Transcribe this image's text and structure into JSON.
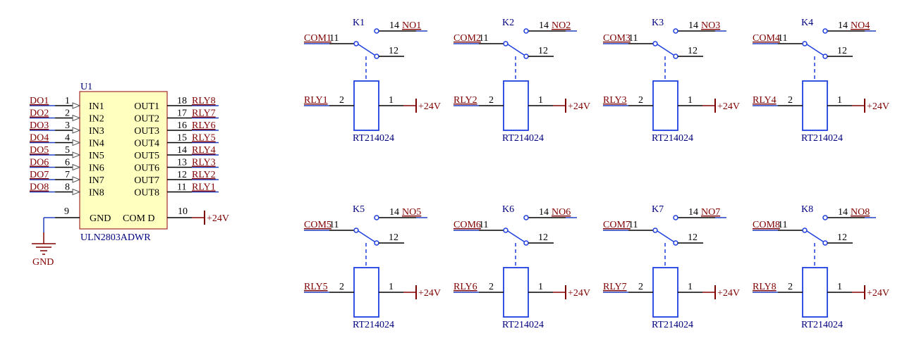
{
  "colors": {
    "wire": "#000000",
    "net_wire": "#1f3fbf",
    "net_label": "#800000",
    "component_body": "#ffffc0",
    "component_border": "#a52a2a",
    "designator": "#000080",
    "relay_symbol": "#1e3fe0",
    "power": "#800000"
  },
  "driver": {
    "designator": "U1",
    "part": "ULN2803ADWR",
    "inputs": [
      {
        "net": "DO1",
        "pin": "1",
        "name": "IN1"
      },
      {
        "net": "DO2",
        "pin": "2",
        "name": "IN2"
      },
      {
        "net": "DO3",
        "pin": "3",
        "name": "IN3"
      },
      {
        "net": "DO4",
        "pin": "4",
        "name": "IN4"
      },
      {
        "net": "DO5",
        "pin": "5",
        "name": "IN5"
      },
      {
        "net": "DO6",
        "pin": "6",
        "name": "IN6"
      },
      {
        "net": "DO7",
        "pin": "7",
        "name": "IN7"
      },
      {
        "net": "DO8",
        "pin": "8",
        "name": "IN8"
      }
    ],
    "outputs": [
      {
        "net": "RLY8",
        "pin": "18",
        "name": "OUT1"
      },
      {
        "net": "RLY7",
        "pin": "17",
        "name": "OUT2"
      },
      {
        "net": "RLY6",
        "pin": "16",
        "name": "OUT3"
      },
      {
        "net": "RLY5",
        "pin": "15",
        "name": "OUT4"
      },
      {
        "net": "RLY4",
        "pin": "14",
        "name": "OUT5"
      },
      {
        "net": "RLY3",
        "pin": "13",
        "name": "OUT6"
      },
      {
        "net": "RLY2",
        "pin": "12",
        "name": "OUT7"
      },
      {
        "net": "RLY1",
        "pin": "11",
        "name": "OUT8"
      }
    ],
    "gnd_pin": {
      "pin": "9",
      "name": "GND",
      "net": "GND"
    },
    "com_pin": {
      "pin": "10",
      "name": "COM D",
      "net": "+24V"
    }
  },
  "relays": [
    {
      "designator": "K1",
      "com_net": "COM1",
      "no_net": "NO1",
      "coil_net": "RLY1",
      "power": "+24V",
      "part": "RT214024",
      "pin_com": "11",
      "pin_no": "14",
      "pin_nc": "12",
      "pin_coil_a": "2",
      "pin_coil_b": "1"
    },
    {
      "designator": "K2",
      "com_net": "COM2",
      "no_net": "NO2",
      "coil_net": "RLY2",
      "power": "+24V",
      "part": "RT214024",
      "pin_com": "11",
      "pin_no": "14",
      "pin_nc": "12",
      "pin_coil_a": "2",
      "pin_coil_b": "1"
    },
    {
      "designator": "K3",
      "com_net": "COM3",
      "no_net": "NO3",
      "coil_net": "RLY3",
      "power": "+24V",
      "part": "RT214024",
      "pin_com": "11",
      "pin_no": "14",
      "pin_nc": "12",
      "pin_coil_a": "2",
      "pin_coil_b": "1"
    },
    {
      "designator": "K4",
      "com_net": "COM4",
      "no_net": "NO4",
      "coil_net": "RLY4",
      "power": "+24V",
      "part": "RT214024",
      "pin_com": "11",
      "pin_no": "14",
      "pin_nc": "12",
      "pin_coil_a": "2",
      "pin_coil_b": "1"
    },
    {
      "designator": "K5",
      "com_net": "COM5",
      "no_net": "NO5",
      "coil_net": "RLY5",
      "power": "+24V",
      "part": "RT214024",
      "pin_com": "11",
      "pin_no": "14",
      "pin_nc": "12",
      "pin_coil_a": "2",
      "pin_coil_b": "1"
    },
    {
      "designator": "K6",
      "com_net": "COM6",
      "no_net": "NO6",
      "coil_net": "RLY6",
      "power": "+24V",
      "part": "RT214024",
      "pin_com": "11",
      "pin_no": "14",
      "pin_nc": "12",
      "pin_coil_a": "2",
      "pin_coil_b": "1"
    },
    {
      "designator": "K7",
      "com_net": "COM7",
      "no_net": "NO7",
      "coil_net": "RLY7",
      "power": "+24V",
      "part": "RT214024",
      "pin_com": "11",
      "pin_no": "14",
      "pin_nc": "12",
      "pin_coil_a": "2",
      "pin_coil_b": "1"
    },
    {
      "designator": "K8",
      "com_net": "COM8",
      "no_net": "NO8",
      "coil_net": "RLY8",
      "power": "+24V",
      "part": "RT214024",
      "pin_com": "11",
      "pin_no": "14",
      "pin_nc": "12",
      "pin_coil_a": "2",
      "pin_coil_b": "1"
    }
  ]
}
